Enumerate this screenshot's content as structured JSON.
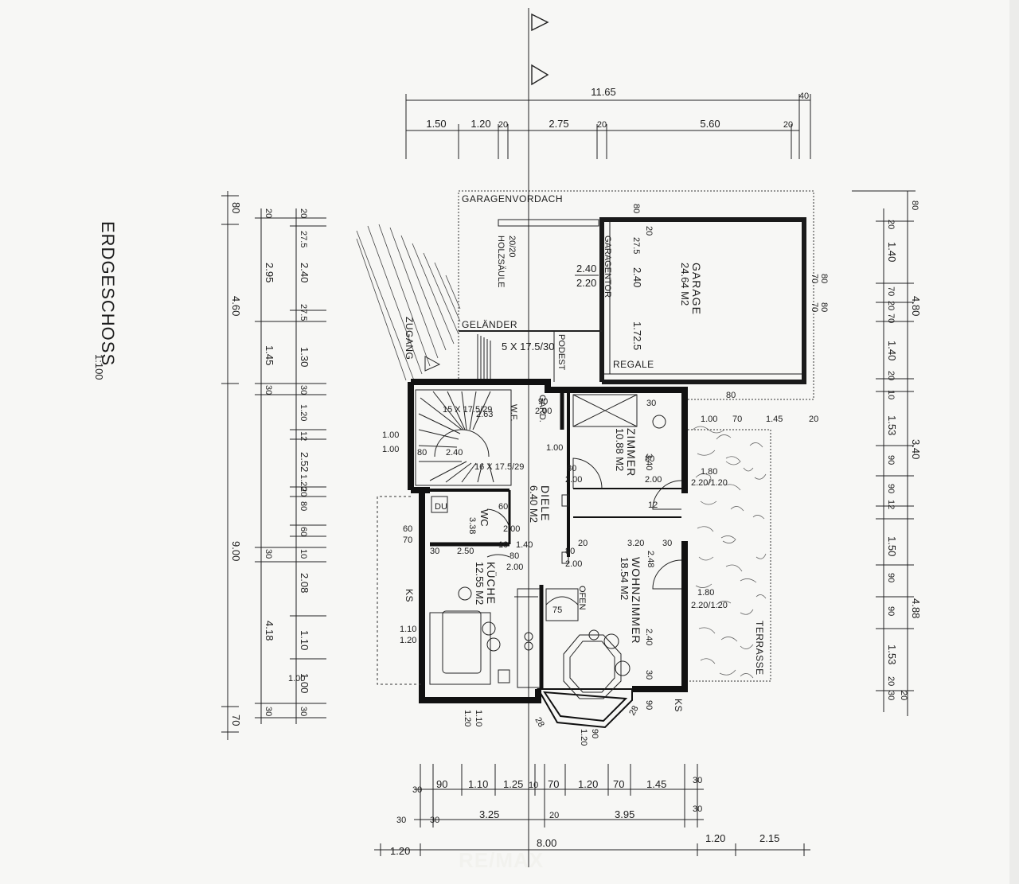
{
  "title": "ERDGESCHOSS",
  "scale": "1:100",
  "watermark": "RE/MAX",
  "rooms": {
    "garage": {
      "name": "GARAGE",
      "area": "24.64 M2"
    },
    "zimmer": {
      "name": "ZIMMER",
      "area": "10.88 M2"
    },
    "diele": {
      "name": "DIELE",
      "area": "6.40 M2"
    },
    "wc": {
      "name": "WC",
      "area": "3.38"
    },
    "kueche": {
      "name": "KÜCHE",
      "area": "12.55 M2"
    },
    "wohnzimmer": {
      "name": "WOHNZIMMER",
      "area": "18.54 M2"
    }
  },
  "labels": {
    "garagenvordach": "GARAGENVORDACH",
    "holzsaeule": "HOLZSÄULE",
    "holzsaeule_size": "20/20",
    "garagentor": "GARAGENTOR",
    "gelaender": "GELÄNDER",
    "podest": "PODEST",
    "zugang": "ZUGANG",
    "regale": "REGALE",
    "terrasse": "TERRASSE",
    "garderobe": "GARD.",
    "ofen": "OFEN",
    "stairs_outer": "5 X 17.5/30",
    "stairs_up": "15 X 17.5/29",
    "stairs_down": "16 X 17.5/29",
    "wf": "W.F.",
    "ks": "KS",
    "du": "DU"
  },
  "dims": {
    "top_total": "11.65",
    "top_extra": "40",
    "top_segments": [
      "1.50",
      "1.20",
      "20",
      "2.75",
      "20",
      "5.60",
      "20"
    ],
    "left_total": "9.00",
    "left_outer": [
      "80",
      "4.60",
      "70"
    ],
    "left_inner_a": [
      "20",
      "2.95",
      "1.45",
      "30",
      "30",
      "4.18",
      "30"
    ],
    "left_inner_b": [
      "20",
      "27.5",
      "2.40",
      "27.5",
      "1.30",
      "30",
      "1.20",
      "12",
      "2.52",
      "1.20",
      "20",
      "80",
      "60",
      "10",
      "2.08",
      "1.10",
      "1.00",
      "30"
    ],
    "right_total_a": "4.80",
    "right_total_b": "3.40",
    "right_total_c": "4.88",
    "right_outer_top": "80",
    "right_segments": [
      "20",
      "1.40",
      "70",
      "20",
      "70",
      "1.40",
      "20",
      "10",
      "1.53",
      "90",
      "90",
      "12",
      "1.50",
      "90",
      "90",
      "1.53",
      "20",
      "30",
      "20"
    ],
    "right_inner": [
      "20"
    ],
    "bottom_row1": [
      "30",
      "90",
      "1.10",
      "1.25",
      "10",
      "70",
      "1.20",
      "70",
      "1.45",
      "30"
    ],
    "bottom_row2": [
      "30",
      "30",
      "3.25",
      "20",
      "3.95",
      "30"
    ],
    "bottom_row3": [
      "1.20",
      "8.00",
      "1.20",
      "2.15"
    ],
    "garage_walls": [
      "80",
      "20",
      "27.5",
      "2.40",
      "1.72.5",
      "70",
      "80",
      "70",
      "80",
      "80"
    ],
    "interior": [
      "2.40",
      "2.20",
      "90",
      "2.00",
      "2.63",
      "1.00",
      "80",
      "1.00",
      "1.00",
      "2.40",
      "80",
      "2.00",
      "30",
      "3.40",
      "80",
      "2.00",
      "12",
      "1.00",
      "70",
      "1.45",
      "20",
      "1.80",
      "2.20/1.20",
      "60",
      "60",
      "70",
      "2.00",
      "10",
      "1.40",
      "80",
      "2.00",
      "20",
      "3.20",
      "30",
      "2.48",
      "1.80",
      "2.20/1.20",
      "30",
      "2.50",
      "80",
      "2.00",
      "75",
      "2.40",
      "30",
      "90",
      "1.10",
      "1.20",
      "1.10",
      "1.20",
      "28",
      "90",
      "1.20",
      "28",
      "1.00"
    ]
  }
}
